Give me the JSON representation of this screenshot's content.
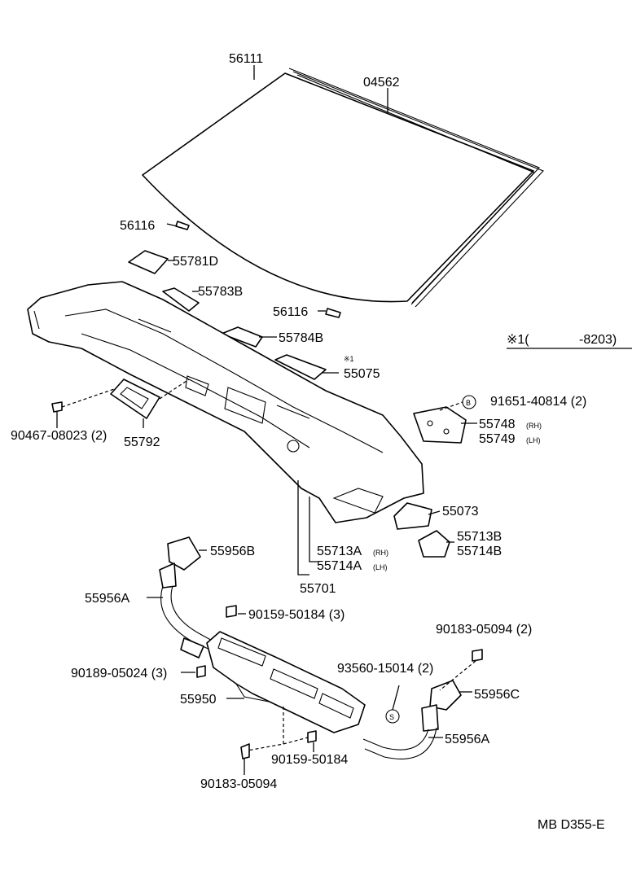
{
  "labels": {
    "l56111": "56111",
    "l04562": "04562",
    "l56116a": "56116",
    "l55781d": "55781D",
    "l55783b": "55783B",
    "l56116b": "56116",
    "l55784b": "55784B",
    "l55075": "55075",
    "l55075_mark": "※1",
    "note_main": "※1(",
    "note_code": "-8203)",
    "l91651": "91651-40814 (2)",
    "l91651_mark": "B",
    "l55748": "55748",
    "l55748_sfx": "(RH)",
    "l55749": "55749",
    "l55749_sfx": "(LH)",
    "l90467": "90467-08023 (2)",
    "l55792": "55792",
    "l55073": "55073",
    "l55713b": "55713B",
    "l55714b": "55714B",
    "l55713a": "55713A",
    "l55713a_sfx": "(RH)",
    "l55714a": "55714A",
    "l55714a_sfx": "(LH)",
    "l55701": "55701",
    "l55956b": "55956B",
    "l55956a1": "55956A",
    "l90159a": "90159-50184 (3)",
    "l90189": "90189-05024 (3)",
    "l90183a": "90183-05094 (2)",
    "l93560": "93560-15014 (2)",
    "l93560_mark": "S",
    "l55956c": "55956C",
    "l55950": "55950",
    "l55956a2": "55956A",
    "l90159b": "90159-50184",
    "l90183b": "90183-05094",
    "figure_code": "MB D355-E"
  }
}
